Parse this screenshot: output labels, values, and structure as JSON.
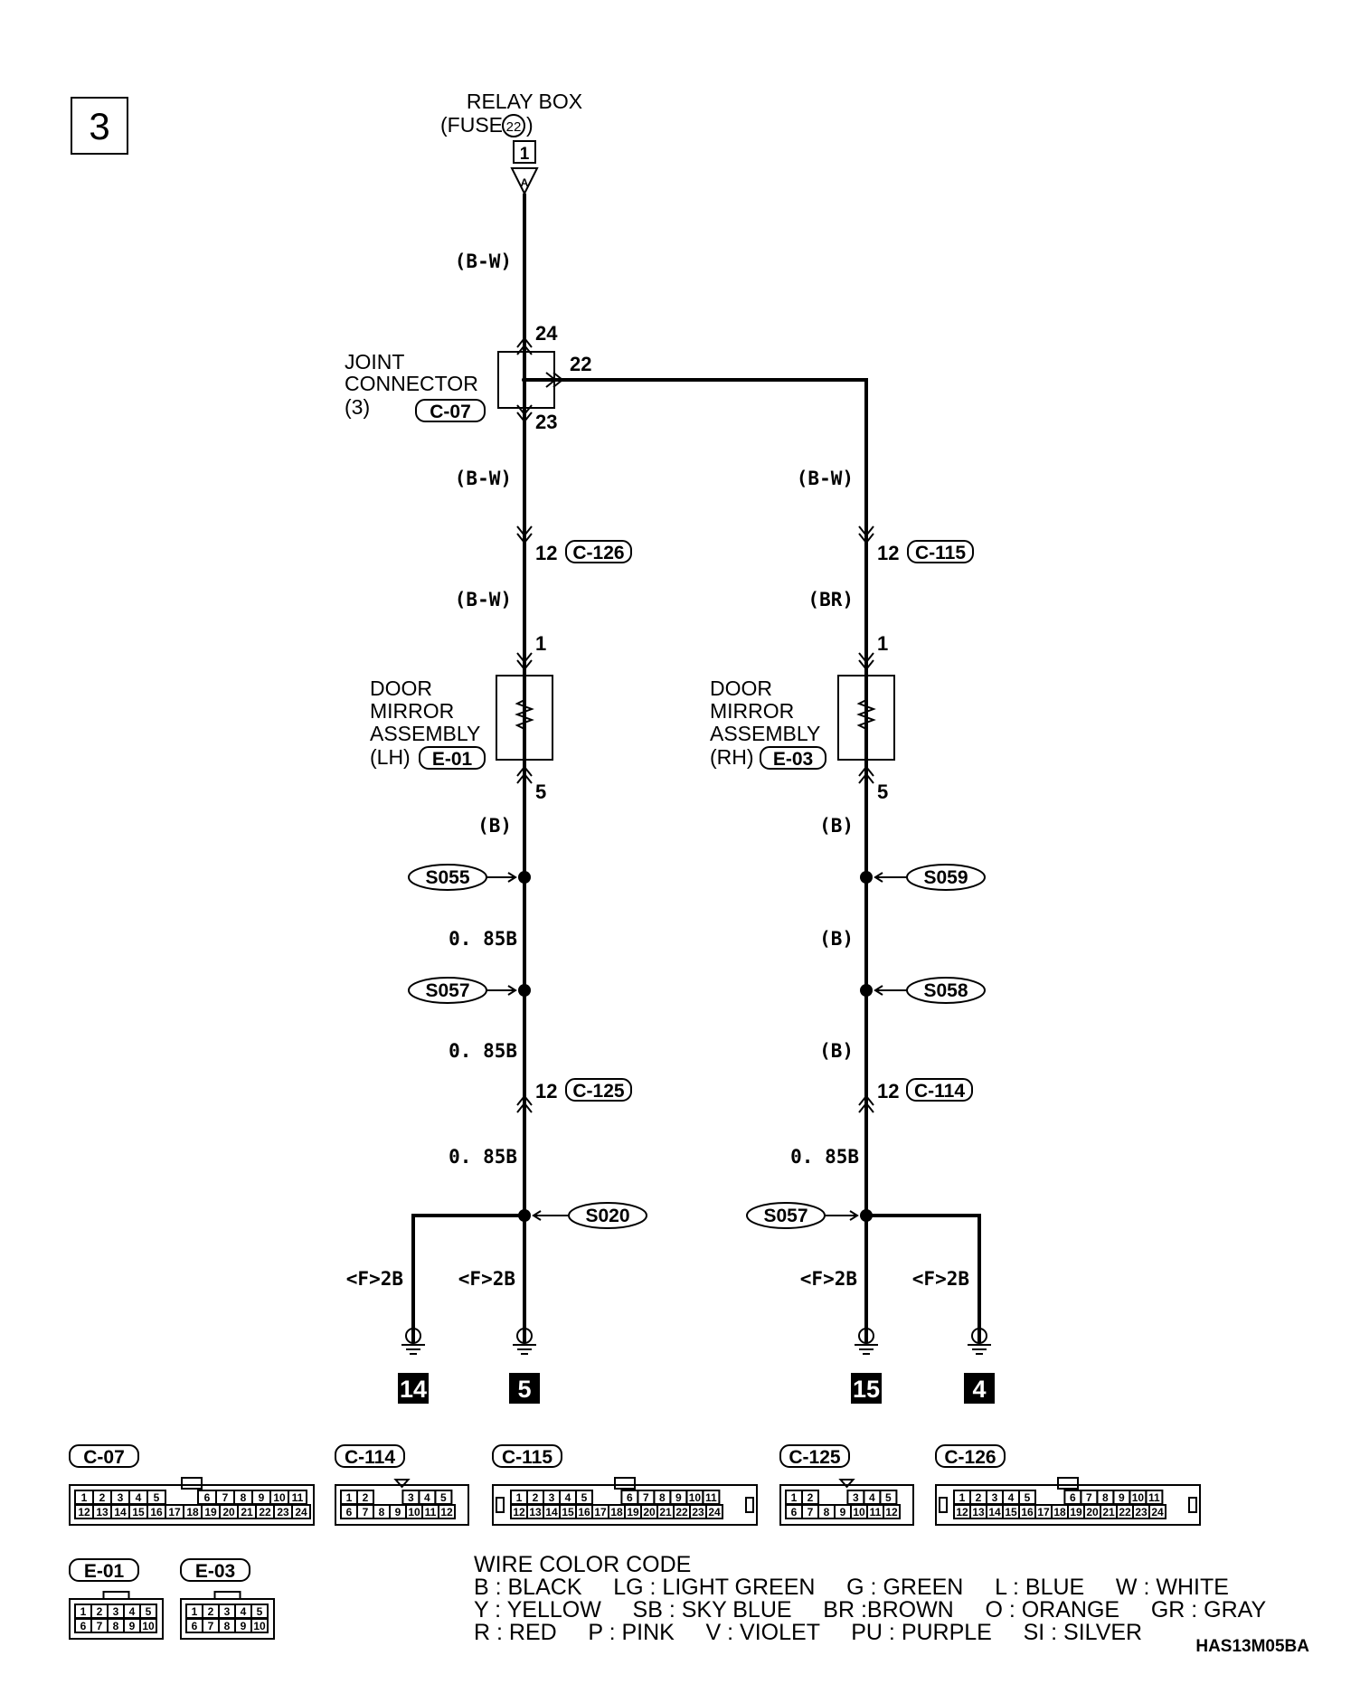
{
  "diagram": {
    "section_number": "3",
    "relay_box": {
      "line1": "RELAY BOX",
      "line2": "(FUSE",
      "fuse_no": "22",
      "line2_end": ")",
      "terminal": "1"
    },
    "joint_connector": {
      "line1": "JOINT",
      "line2": "CONNECTOR",
      "line3": "(3)",
      "connector": "C-07",
      "pin_in": "24",
      "pin_right": "22",
      "pin_down": "23"
    },
    "wires": {
      "top": "(B-W)",
      "left_1": "(B-W)",
      "left_2": "(B-W)",
      "left_3": "(B)",
      "left_4": "0. 85B",
      "left_5": "0. 85B",
      "left_6": "0. 85B",
      "right_1": "(B-W)",
      "right_2": "(BR)",
      "right_3": "(B)",
      "right_4": "(B)",
      "right_5": "(B)",
      "right_6": "0. 85B",
      "ground_1": "<F>2B",
      "ground_2": "<F>2B",
      "ground_3": "<F>2B",
      "ground_4": "<F>2B"
    },
    "left_connectors": {
      "c126_pin": "12",
      "c126": "C-126",
      "c125_pin": "12",
      "c125": "C-125"
    },
    "right_connectors": {
      "c115_pin": "12",
      "c115": "C-115",
      "c114_pin": "12",
      "c114": "C-114"
    },
    "mirror_lh": {
      "line1": "DOOR",
      "line2": "MIRROR",
      "line3": "ASSEMBLY",
      "side": "(LH)",
      "connector": "E-01",
      "pin_top": "1",
      "pin_bottom": "5"
    },
    "mirror_rh": {
      "line1": "DOOR",
      "line2": "MIRROR",
      "line3": "ASSEMBLY",
      "side": "(RH)",
      "connector": "E-03",
      "pin_top": "1",
      "pin_bottom": "5"
    },
    "splices": {
      "s055": "S055",
      "s057_left": "S057",
      "s059": "S059",
      "s058": "S058",
      "s020": "S020",
      "s057_right": "S057"
    },
    "grounds": {
      "g14": "14",
      "g5": "5",
      "g15": "15",
      "g4": "4"
    },
    "diagram_code": "HAS13M05BA"
  },
  "connector_views": {
    "c07": {
      "label": "C-07",
      "row1": [
        "1",
        "2",
        "3",
        "4",
        "5",
        "6",
        "7",
        "8",
        "9",
        "10",
        "11"
      ],
      "row2": [
        "12",
        "13",
        "14",
        "15",
        "16",
        "17",
        "18",
        "19",
        "20",
        "21",
        "22",
        "23",
        "24"
      ]
    },
    "c114": {
      "label": "C-114",
      "row1": [
        "1",
        "2",
        "3",
        "4",
        "5"
      ],
      "row2": [
        "6",
        "7",
        "8",
        "9",
        "10",
        "11",
        "12"
      ]
    },
    "c115": {
      "label": "C-115",
      "row1": [
        "1",
        "2",
        "3",
        "4",
        "5",
        "6",
        "7",
        "8",
        "9",
        "10",
        "11"
      ],
      "row2": [
        "12",
        "13",
        "14",
        "15",
        "16",
        "17",
        "18",
        "19",
        "20",
        "21",
        "22",
        "23",
        "24"
      ]
    },
    "c125": {
      "label": "C-125",
      "row1": [
        "1",
        "2",
        "3",
        "4",
        "5"
      ],
      "row2": [
        "6",
        "7",
        "8",
        "9",
        "10",
        "11",
        "12"
      ]
    },
    "c126": {
      "label": "C-126",
      "row1": [
        "1",
        "2",
        "3",
        "4",
        "5",
        "6",
        "7",
        "8",
        "9",
        "10",
        "11"
      ],
      "row2": [
        "12",
        "13",
        "14",
        "15",
        "16",
        "17",
        "18",
        "19",
        "20",
        "21",
        "22",
        "23",
        "24"
      ]
    },
    "e01": {
      "label": "E-01",
      "row1": [
        "1",
        "2",
        "3",
        "4",
        "5"
      ],
      "row2": [
        "6",
        "7",
        "8",
        "9",
        "10"
      ]
    },
    "e03": {
      "label": "E-03",
      "row1": [
        "1",
        "2",
        "3",
        "4",
        "5"
      ],
      "row2": [
        "6",
        "7",
        "8",
        "9",
        "10"
      ]
    }
  },
  "wire_color_code": {
    "title": "WIRE COLOR CODE",
    "line1": "B : BLACK     LG : LIGHT GREEN     G : GREEN     L : BLUE     W : WHITE",
    "line2": "Y : YELLOW     SB : SKY BLUE     BR :BROWN     O : ORANGE     GR : GRAY",
    "line3": "R : RED     P : PINK     V : VIOLET     PU : PURPLE     SI : SILVER"
  }
}
